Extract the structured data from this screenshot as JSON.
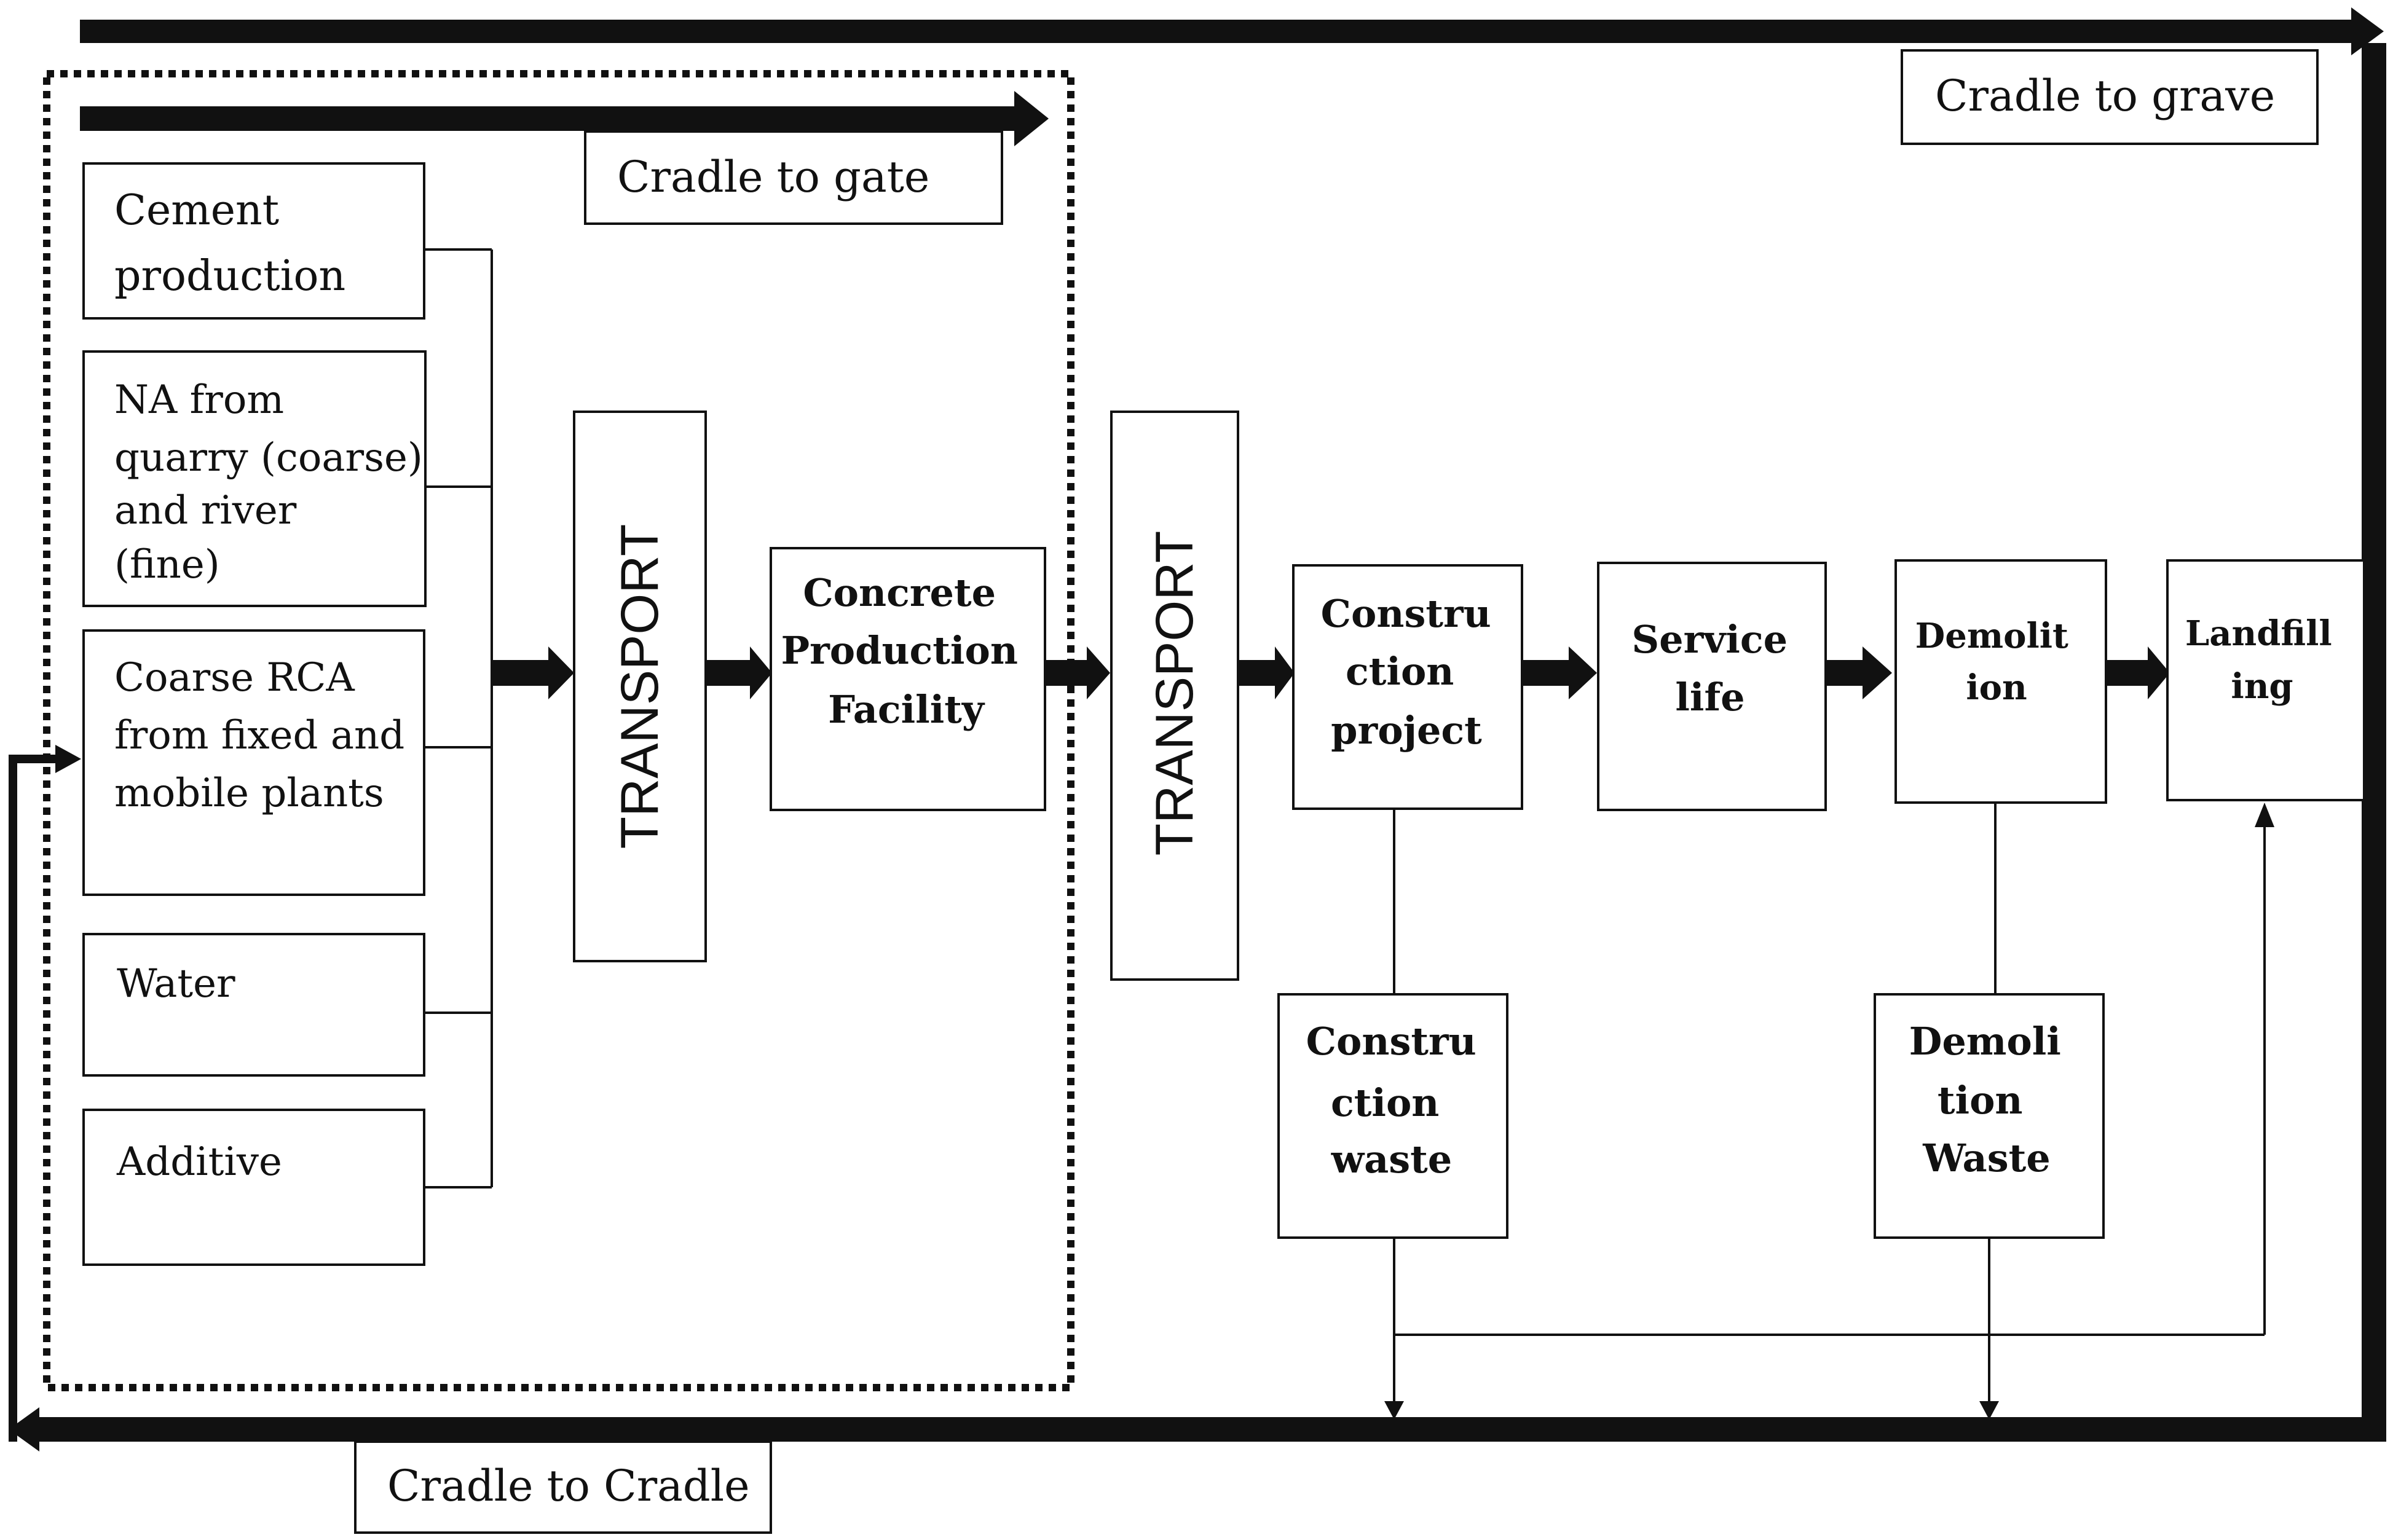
{
  "scope_labels": {
    "cradle_to_grave": "Cradle to grave",
    "cradle_to_gate": "Cradle to gate",
    "cradle_to_cradle": "Cradle to Cradle"
  },
  "inputs": [
    {
      "id": "cement",
      "lines": [
        "Cement",
        "production"
      ]
    },
    {
      "id": "na",
      "lines": [
        " NA from",
        "quarry (coarse)",
        "and river",
        "(fine)"
      ]
    },
    {
      "id": "rca",
      "lines": [
        "Coarse RCA",
        "from fixed and",
        "mobile plants"
      ]
    },
    {
      "id": "water",
      "lines": [
        " Water"
      ]
    },
    {
      "id": "additive",
      "lines": [
        " Additive"
      ]
    }
  ],
  "transport_1": "TRANSPORT",
  "transport_2": "TRANSPORT",
  "stages": {
    "concrete_production": [
      "Concrete",
      "Production",
      "Facility"
    ],
    "construction_project": [
      "Constru",
      "ction",
      "project"
    ],
    "service_life": [
      "Service",
      "life"
    ],
    "demolition": [
      "Demolit",
      "ion"
    ],
    "landfilling": [
      "Landfill",
      "ing"
    ]
  },
  "wastes": {
    "construction_waste": [
      "Constru",
      "ction",
      "waste"
    ],
    "demolition_waste": [
      "Demoli",
      "tion",
      "Waste"
    ]
  }
}
